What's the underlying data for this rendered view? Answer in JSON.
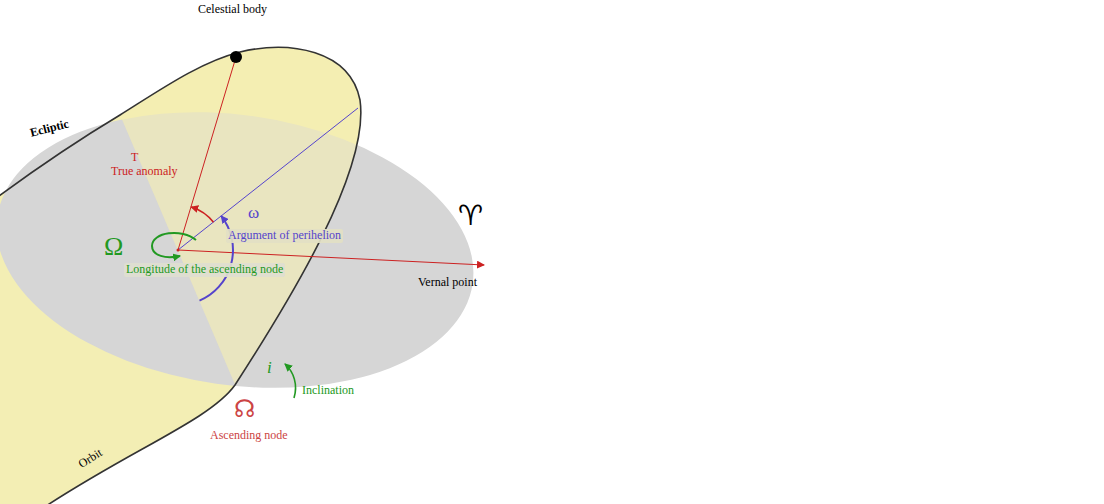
{
  "diagram": {
    "labels": [
      "Celestial body",
      "Ecliptic",
      "T",
      "True anomaly",
      "ω",
      "Argument of perihelion",
      "♈",
      "Ω",
      "Longitude of the ascending node",
      "Vernal point",
      "i",
      "Inclination",
      "☊",
      "Ascending node",
      "Orbit"
    ]
  }
}
